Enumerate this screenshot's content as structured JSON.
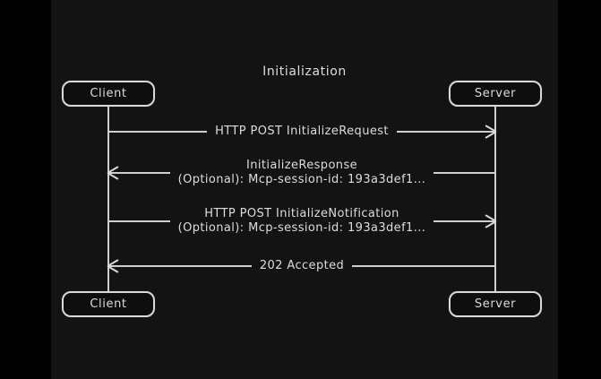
{
  "colors": {
    "background": "#000000",
    "panel": "#131313",
    "stroke": "#d9d9d9",
    "text": "#dcdcdc"
  },
  "diagram": {
    "title": "Initialization",
    "actors": {
      "client": {
        "label": "Client"
      },
      "server": {
        "label": "Server"
      }
    },
    "messages": [
      {
        "direction": "right",
        "from": "Client",
        "to": "Server",
        "lines": [
          "HTTP POST InitializeRequest"
        ]
      },
      {
        "direction": "left",
        "from": "Server",
        "to": "Client",
        "lines": [
          "InitializeResponse",
          "(Optional): Mcp-session-id: 193a3def1..."
        ]
      },
      {
        "direction": "right",
        "from": "Client",
        "to": "Server",
        "lines": [
          "HTTP POST InitializeNotification",
          "(Optional): Mcp-session-id: 193a3def1..."
        ]
      },
      {
        "direction": "left",
        "from": "Server",
        "to": "Client",
        "lines": [
          "202 Accepted"
        ]
      }
    ]
  }
}
